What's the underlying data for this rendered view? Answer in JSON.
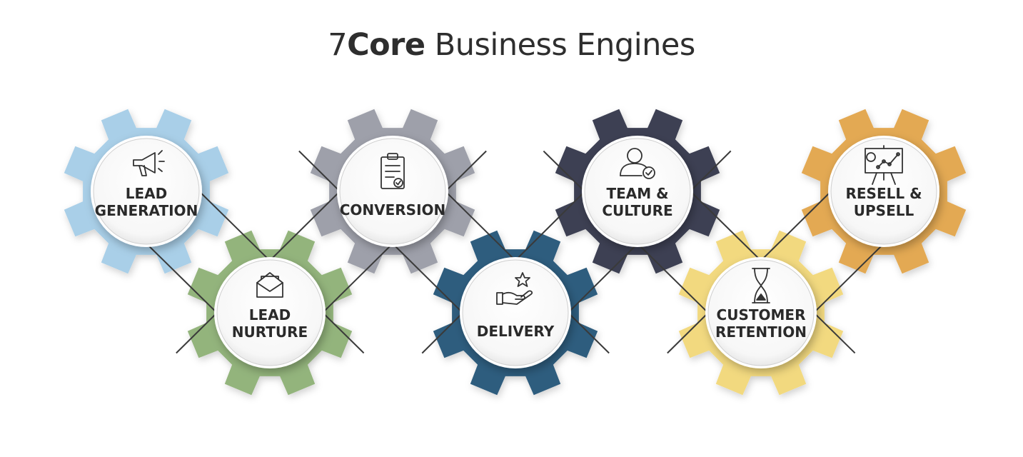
{
  "title": {
    "number": "7",
    "bold": "Core",
    "rest": " Business Engines"
  },
  "colors": {
    "lead_generation": "#a9cfe8",
    "lead_nurture": "#93b47b",
    "conversion": "#9ea0aa",
    "delivery": "#2f5d7e",
    "team_culture": "#3c3f52",
    "customer_retention": "#f2d97f",
    "resell_upsell": "#e3a953",
    "connector_line": "#3a3a3a"
  },
  "engines": [
    {
      "id": "lead-generation",
      "lines": [
        "LEAD",
        "GENERATION"
      ],
      "icon": "megaphone-icon",
      "color_key": "lead_generation"
    },
    {
      "id": "lead-nurture",
      "lines": [
        "LEAD",
        "NURTURE"
      ],
      "icon": "envelope-icon",
      "color_key": "lead_nurture"
    },
    {
      "id": "conversion",
      "lines": [
        "CONVERSION"
      ],
      "icon": "clipboard-check-icon",
      "color_key": "conversion"
    },
    {
      "id": "delivery",
      "lines": [
        "DELIVERY"
      ],
      "icon": "hand-star-icon",
      "color_key": "delivery"
    },
    {
      "id": "team-culture",
      "lines": [
        "TEAM &",
        "CULTURE"
      ],
      "icon": "user-check-icon",
      "color_key": "team_culture"
    },
    {
      "id": "customer-retention",
      "lines": [
        "CUSTOMER",
        "RETENTION"
      ],
      "icon": "hourglass-icon",
      "color_key": "customer_retention"
    },
    {
      "id": "resell-upsell",
      "lines": [
        "RESELL &",
        "UPSELL"
      ],
      "icon": "presentation-chart-icon",
      "color_key": "resell_upsell"
    }
  ]
}
